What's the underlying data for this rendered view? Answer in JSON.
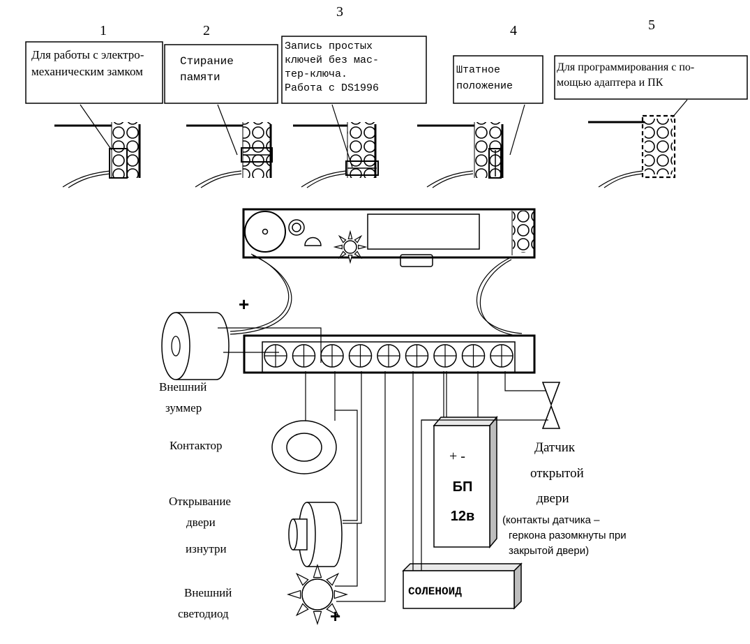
{
  "jumpers": [
    {
      "number": "1",
      "lines": [
        "Для работы с электро-",
        "механическим замком"
      ]
    },
    {
      "number": "2",
      "lines": [
        "Стирание",
        "памяти"
      ]
    },
    {
      "number": "3",
      "lines": [
        "Запись простых",
        "ключей без мас-",
        "тер-ключа.",
        "Работа с DS1996"
      ]
    },
    {
      "number": "4",
      "lines": [
        "Штатное",
        "положение"
      ]
    },
    {
      "number": "5",
      "lines": [
        "Для программирования с по-",
        "мощью адаптера и ПК"
      ]
    }
  ],
  "devices": {
    "buzzer": [
      "Внешний",
      "зуммер"
    ],
    "contactor": "Контактор",
    "inner_open": [
      "Открывание",
      "двери",
      "изнутри"
    ],
    "ext_led": [
      "Внешний",
      "светодиод"
    ],
    "sensor": [
      "Датчик",
      "открытой",
      "двери"
    ],
    "sensor_note": [
      "(контакты датчика –",
      "геркона разомкнуты при",
      "закрытой двери)"
    ],
    "psu": {
      "polarity": "+ -",
      "name": "БП",
      "voltage": "12в"
    },
    "solenoid": "СОЛЕНОИД",
    "plus": "+"
  }
}
